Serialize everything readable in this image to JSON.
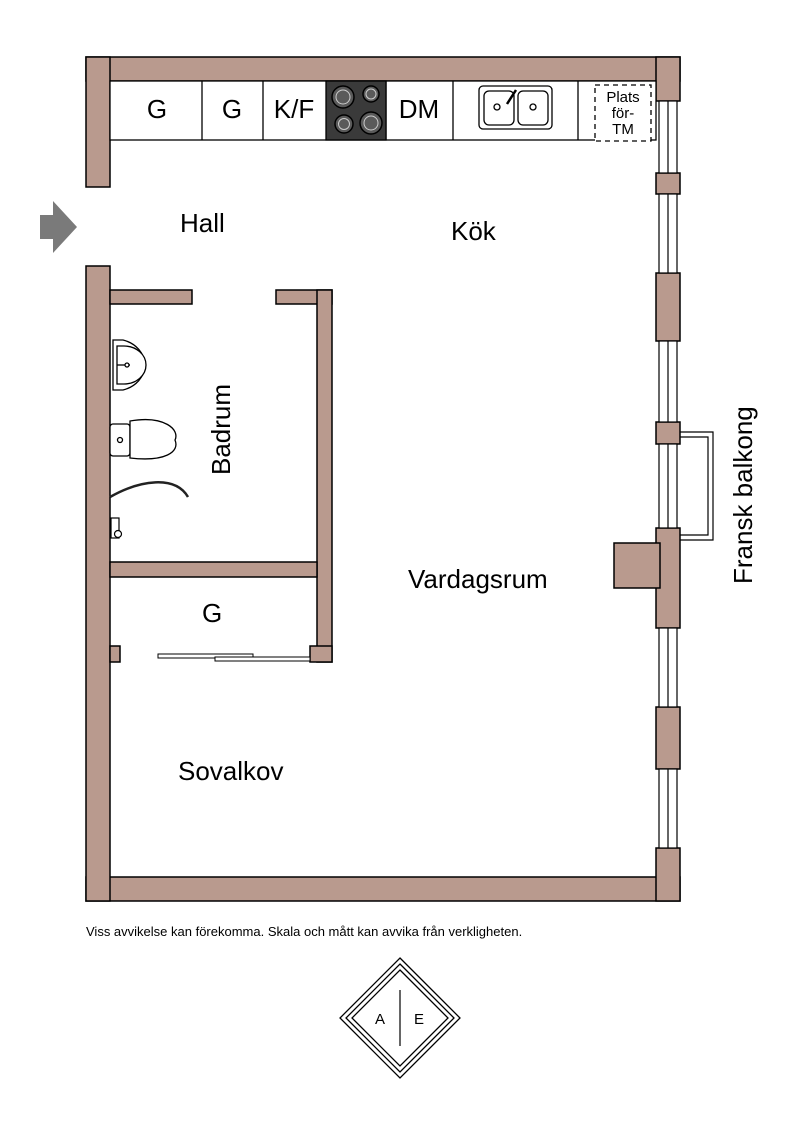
{
  "plan": {
    "rooms": {
      "hall": "Hall",
      "kitchen": "Kök",
      "bathroom": "Badrum",
      "living_room": "Vardagsrum",
      "bedroom_alcove": "Sovalkov",
      "closet": "G"
    },
    "kitchen_units": {
      "cabinet_1": "G",
      "cabinet_2": "G",
      "fridge_freezer": "K/F",
      "dishwasher": "DM",
      "washing_machine_place": [
        "Plats",
        "för-",
        "TM"
      ]
    },
    "balcony_label": "Fransk balkong",
    "colors": {
      "wall": "#b99a8e",
      "stove": "#3a3a3a",
      "arrow": "#7a7a7a"
    }
  },
  "footer": {
    "disclaimer": "Viss avvikelse kan förekomma. Skala och mått kan avvika från verkligheten.",
    "logo_letters": [
      "A",
      "E"
    ]
  }
}
